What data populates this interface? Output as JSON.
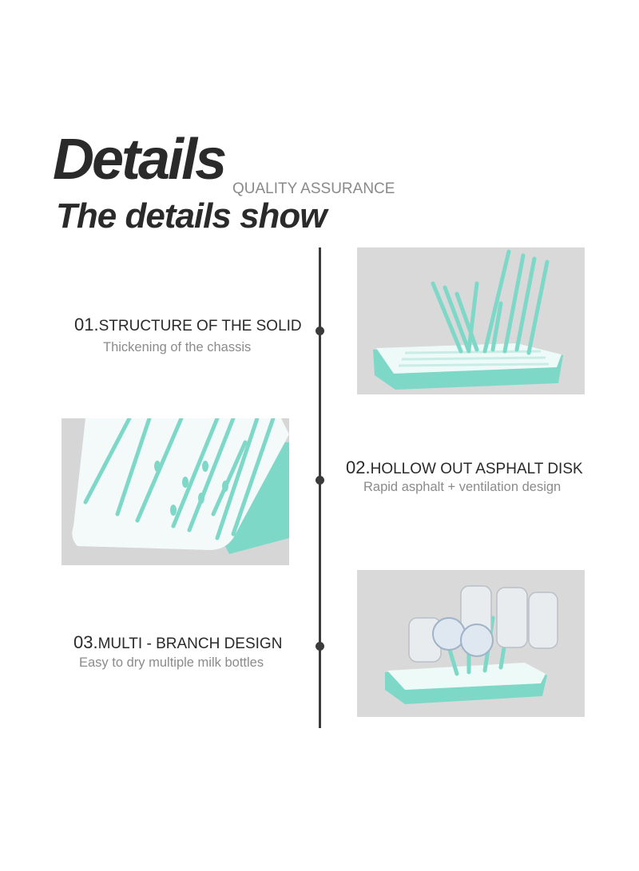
{
  "header": {
    "title": "Details",
    "tag": "QUALITY ASSURANCE",
    "subtitle": "The details show"
  },
  "features": [
    {
      "number": "01.",
      "title": "STRUCTURE OF THE SOLID",
      "desc": "Thickening of the chassis"
    },
    {
      "number": "02.",
      "title": "HOLLOW OUT ASPHALT DISK",
      "desc": "Rapid asphalt + ventilation design"
    },
    {
      "number": "03.",
      "title": "MULTI - BRANCH DESIGN",
      "desc": "Easy to dry multiple milk bottles"
    }
  ],
  "colors": {
    "accent": "#7ed8c8",
    "text": "#2a2a2a",
    "muted": "#8b8b8b",
    "photo_bg": "#d7d7d7"
  }
}
